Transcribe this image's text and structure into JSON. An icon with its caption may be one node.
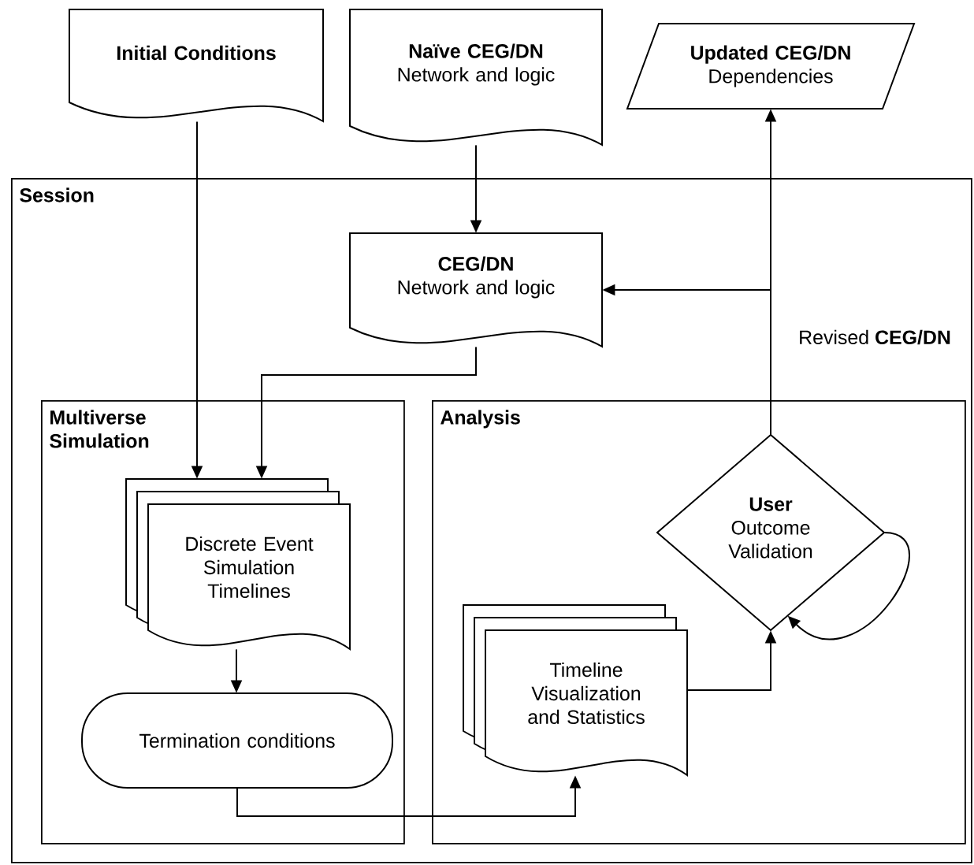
{
  "diagram": {
    "nodes": [
      {
        "text": [
          "Initial Conditions"
        ]
      },
      {
        "text": [
          "Naïve CEG/DN",
          "Network and logic"
        ]
      },
      {
        "text": [
          "Updated CEG/DN",
          "Dependencies"
        ]
      },
      {
        "text": [
          "Session"
        ]
      },
      {
        "text": [
          "CEG/DN",
          "Network and logic"
        ],
        "in": 3
      },
      {
        "text": [
          "Multiverse Simulation"
        ],
        "in": 3
      },
      {
        "text": [
          "Analysis"
        ],
        "in": 3
      },
      {
        "text": [
          "Discrete Event Simulation Timelines"
        ],
        "in": 5
      },
      {
        "text": [
          "Termination conditions"
        ],
        "in": 5
      },
      {
        "text": [
          "Timeline Visualization and Statistics"
        ],
        "in": 6
      },
      {
        "text": [
          "User",
          "Outcome Validation"
        ],
        "in": 6
      }
    ],
    "edges": [
      {
        "from": 0,
        "to": 7,
        "arrow": "to"
      },
      {
        "from": 1,
        "to": 4,
        "arrow": "to"
      },
      {
        "from": 4,
        "to": 7,
        "arrow": "to"
      },
      {
        "from": 7,
        "to": 8,
        "arrow": "to"
      },
      {
        "from": 8,
        "to": 9,
        "arrow": "to"
      },
      {
        "from": 9,
        "to": 10,
        "arrow": "to"
      },
      {
        "from": 10,
        "to": 10,
        "arrow": "to"
      },
      {
        "from": 10,
        "to": 2,
        "arrow": "to"
      },
      {
        "from": 10,
        "to": 4,
        "arrow": "to",
        "label": "Revised **CEG/DN**"
      }
    ]
  }
}
